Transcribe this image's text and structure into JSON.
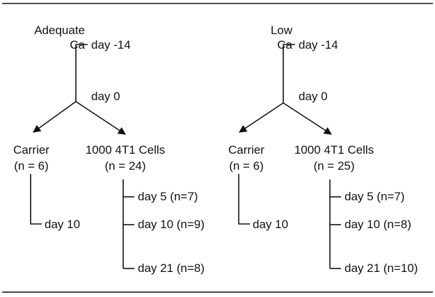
{
  "colors": {
    "ink": "#111111",
    "background": "#ffffff"
  },
  "panels": [
    {
      "group_line1": "Adequate",
      "group_line2": "Ca",
      "start": "day -14",
      "split": "day 0",
      "carrier": {
        "name": "Carrier",
        "n": "(n = 6)",
        "endpoint": "day 10"
      },
      "cells": {
        "name": "1000 4T1 Cells",
        "n": "(n = 24)",
        "endpoints": [
          "day 5 (n=7)",
          "day 10 (n=9)",
          "day 21 (n=8)"
        ]
      }
    },
    {
      "group_line1": "Low",
      "group_line2": "Ca",
      "start": "day -14",
      "split": "day 0",
      "carrier": {
        "name": "Carrier",
        "n": "(n = 6)",
        "endpoint": "day 10"
      },
      "cells": {
        "name": "1000 4T1 Cells",
        "n": "(n = 25)",
        "endpoints": [
          "day 5 (n=7)",
          "day 10 (n=8)",
          "day 21 (n=10)"
        ]
      }
    }
  ]
}
